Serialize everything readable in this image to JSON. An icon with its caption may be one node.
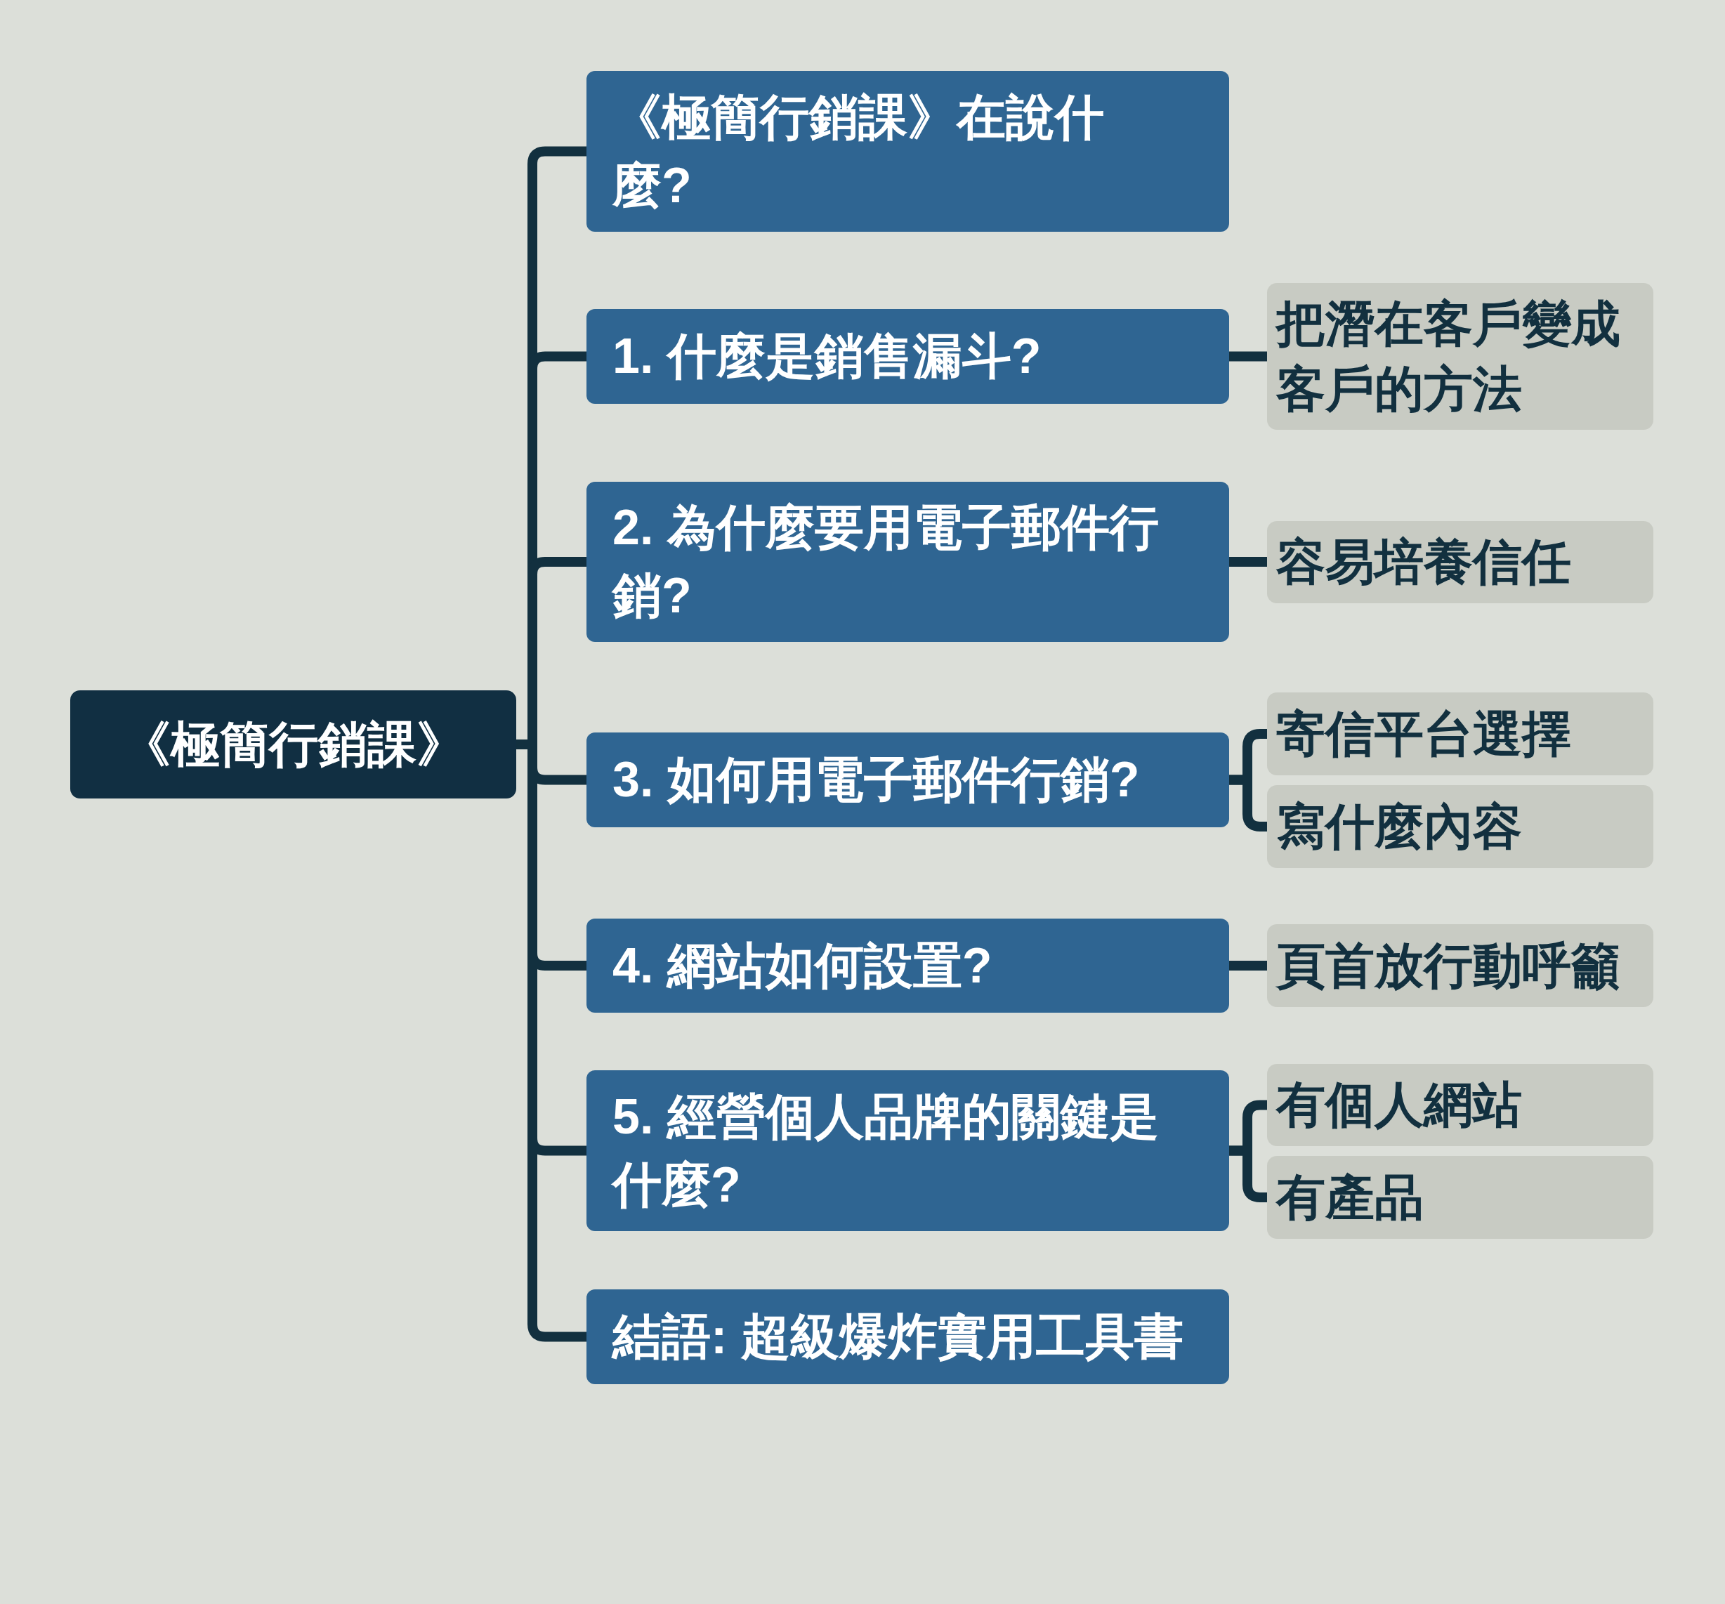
{
  "diagram": {
    "nodes": [
      {
        "text": [
          "《極簡行銷課》"
        ]
      },
      {
        "text": [
          "《極簡行銷課》在說什麼?"
        ]
      },
      {
        "text": [
          "1. 什麼是銷售漏斗?"
        ]
      },
      {
        "text": [
          "把潛在客戶變成客戶的方法"
        ]
      },
      {
        "text": [
          "2. 為什麼要用電子郵件行銷?"
        ]
      },
      {
        "text": [
          "容易培養信任"
        ]
      },
      {
        "text": [
          "3. 如何用電子郵件行銷?"
        ]
      },
      {
        "text": [
          "寄信平台選擇"
        ]
      },
      {
        "text": [
          "寫什麼內容"
        ]
      },
      {
        "text": [
          "4. 網站如何設置?"
        ]
      },
      {
        "text": [
          "頁首放行動呼籲"
        ]
      },
      {
        "text": [
          "5. 經營個人品牌的關鍵是什麼?"
        ]
      },
      {
        "text": [
          "有個人網站"
        ]
      },
      {
        "text": [
          "有產品"
        ]
      },
      {
        "text": [
          "結語: 超級爆炸實用工具書"
        ]
      }
    ],
    "edges": [
      {
        "from": 0,
        "to": 1,
        "arrow": "none"
      },
      {
        "from": 0,
        "to": 2,
        "arrow": "none"
      },
      {
        "from": 0,
        "to": 4,
        "arrow": "none"
      },
      {
        "from": 0,
        "to": 6,
        "arrow": "none"
      },
      {
        "from": 0,
        "to": 9,
        "arrow": "none"
      },
      {
        "from": 0,
        "to": 11,
        "arrow": "none"
      },
      {
        "from": 0,
        "to": 14,
        "arrow": "none"
      },
      {
        "from": 2,
        "to": 3,
        "arrow": "none"
      },
      {
        "from": 4,
        "to": 5,
        "arrow": "none"
      },
      {
        "from": 6,
        "to": 7,
        "arrow": "none"
      },
      {
        "from": 6,
        "to": 8,
        "arrow": "none"
      },
      {
        "from": 9,
        "to": 10,
        "arrow": "none"
      },
      {
        "from": 11,
        "to": 12,
        "arrow": "none"
      },
      {
        "from": 11,
        "to": 13,
        "arrow": "none"
      }
    ]
  }
}
